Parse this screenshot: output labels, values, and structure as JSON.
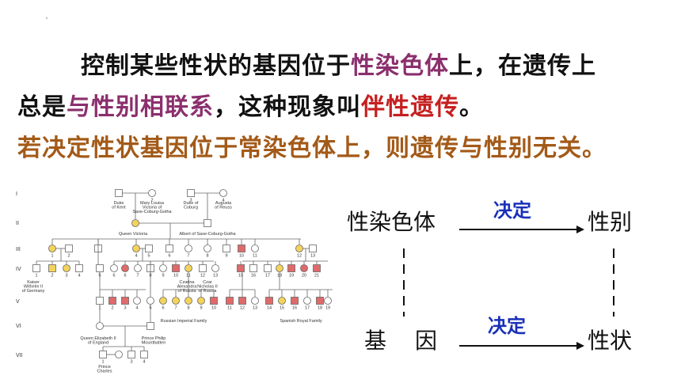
{
  "text": {
    "line1": [
      "控制某些性状的基因位于",
      "性染色体",
      "上，在遗传上"
    ],
    "line2": [
      "总是",
      "与性别相联系",
      "，这种现象叫",
      "伴性遗传",
      "。"
    ],
    "line3": "若决定性状基因位于常染色体上，则遗传与性别无关。"
  },
  "concept": {
    "top_left": "性染色体",
    "top_right": "性别",
    "top_arrow_label": "决定",
    "bottom_left_1": "基",
    "bottom_left_2": "因",
    "bottom_right": "性状",
    "bottom_arrow_label": "决定"
  },
  "pedigree": {
    "generations": [
      "I",
      "II",
      "III",
      "IV",
      "V",
      "VI",
      "VII"
    ],
    "names": {
      "duke_kent": "Duke\nof Kent",
      "victoria_mother": "Mary Louisa\nVictoria of\nSaxe-Coburg-Gotha",
      "duke_coburg": "Duke of\nCoburg",
      "augusta": "Augusta\nof Reuss",
      "queen_victoria": "Queen Victoria",
      "albert": "Albert of Saxe-Coburg-Gotha",
      "kaiser": "Kaiser\nWilhelm II\nof Germany",
      "czarina": "Czarina\nAlexandra\nof Russia",
      "czar": "Czar\nNicholas II\nof Russia",
      "russian_family": "Russian Imperial Family",
      "spanish_family": "Spanish Royal Family",
      "elizabeth": "Queen Elizabeth II\nof England",
      "philip": "Prince Philip\nMountbatten",
      "charles": "Prince\nCharles"
    }
  },
  "colors": {
    "affected": "#e06a6a",
    "carrier": "#f3d35b",
    "normal": "#ffffff",
    "stroke": "#666666",
    "purple_highlight": "#8b2f6d",
    "red_highlight": "#c62020",
    "brown_text": "#a35a18",
    "blue_label": "#1a30b8"
  }
}
